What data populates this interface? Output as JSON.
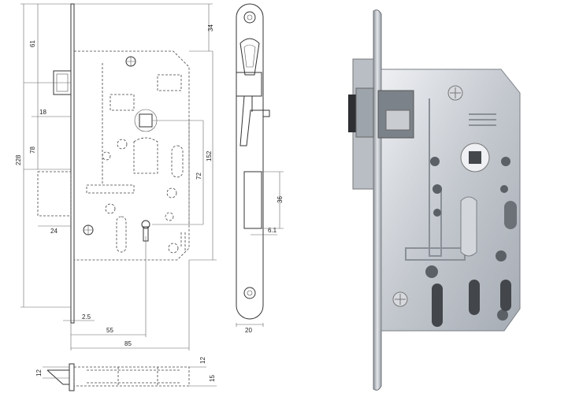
{
  "dimensions": {
    "d61": "61",
    "d34": "34",
    "d18": "18",
    "d78": "78",
    "d228": "228",
    "d152": "152",
    "d72": "72",
    "d24": "24",
    "d2_5": "2.5",
    "d55": "55",
    "d85": "85",
    "d36": "36",
    "d6_1": "6.1",
    "d20": "20",
    "d12_left": "12",
    "d12_right": "12",
    "d15": "15"
  },
  "colors": {
    "line": "#333333",
    "metal_light": "#e9ecef",
    "metal_dark": "#9aa0a8"
  }
}
